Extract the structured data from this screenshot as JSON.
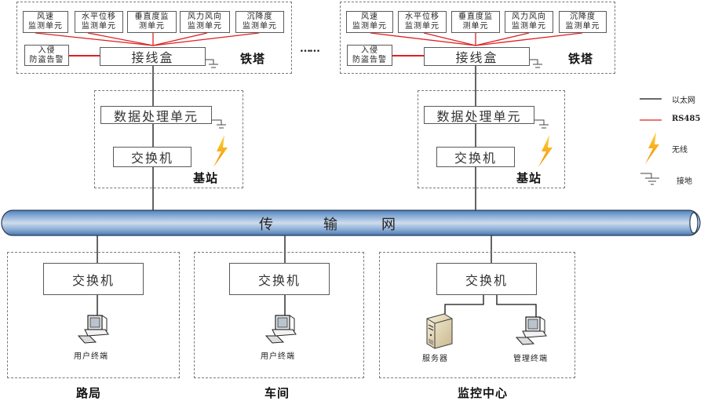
{
  "towers": [
    {
      "label": "铁塔",
      "units": [
        {
          "line1": "风速",
          "line2": "监测单元"
        },
        {
          "line1": "水平位移",
          "line2": "监测单元"
        },
        {
          "line1": "垂直度监",
          "line2": "测单元"
        },
        {
          "line1": "风力风向",
          "line2": "监测单元"
        },
        {
          "line1": "沉降度",
          "line2": "监测单元"
        }
      ],
      "alarm": {
        "line1": "入侵",
        "line2": "防盗告警"
      },
      "junction_box": "接线盒"
    },
    {
      "label": "铁塔",
      "units": [
        {
          "line1": "风速",
          "line2": "监测单元"
        },
        {
          "line1": "水平位移",
          "line2": "监测单元"
        },
        {
          "line1": "垂直度监",
          "line2": "测单元"
        },
        {
          "line1": "风力风向",
          "line2": "监测单元"
        },
        {
          "line1": "沉降度",
          "line2": "监测单元"
        }
      ],
      "alarm": {
        "line1": "入侵",
        "line2": "防盗告警"
      },
      "junction_box": "接线盒"
    }
  ],
  "ellipsis": "……",
  "base_stations": [
    {
      "label": "基站",
      "data_unit": "数据处理单元",
      "switch": "交换机"
    },
    {
      "label": "基站",
      "data_unit": "数据处理单元",
      "switch": "交换机"
    }
  ],
  "network": {
    "label_chars": [
      "传",
      "输",
      "网"
    ]
  },
  "sites": [
    {
      "label": "路局",
      "switch": "交换机",
      "devices": [
        {
          "type": "pc-icon",
          "label": "用户终端"
        }
      ]
    },
    {
      "label": "车间",
      "switch": "交换机",
      "devices": [
        {
          "type": "pc-icon",
          "label": "用户终端"
        }
      ]
    },
    {
      "label": "监控中心",
      "switch": "交换机",
      "devices": [
        {
          "type": "server-icon",
          "label": "服务器"
        },
        {
          "type": "pc-icon",
          "label": "管理终端"
        }
      ]
    }
  ],
  "legend": {
    "items": [
      {
        "icon": "ethernet-line-icon",
        "label": "以太网",
        "color": "#000000"
      },
      {
        "icon": "rs485-line-icon",
        "label": "RS485",
        "color": "#e02020"
      },
      {
        "icon": "wireless-lightning-icon",
        "label": "无线",
        "color": "#f5a300"
      },
      {
        "icon": "ground-icon",
        "label": "接地",
        "color": "#444444"
      }
    ]
  },
  "colors": {
    "rs485": "#e02020",
    "ethernet": "#111111",
    "pipe_dark": "#5b8fc7",
    "pipe_light": "#c9d9ec",
    "lightning": "#f5a300"
  }
}
